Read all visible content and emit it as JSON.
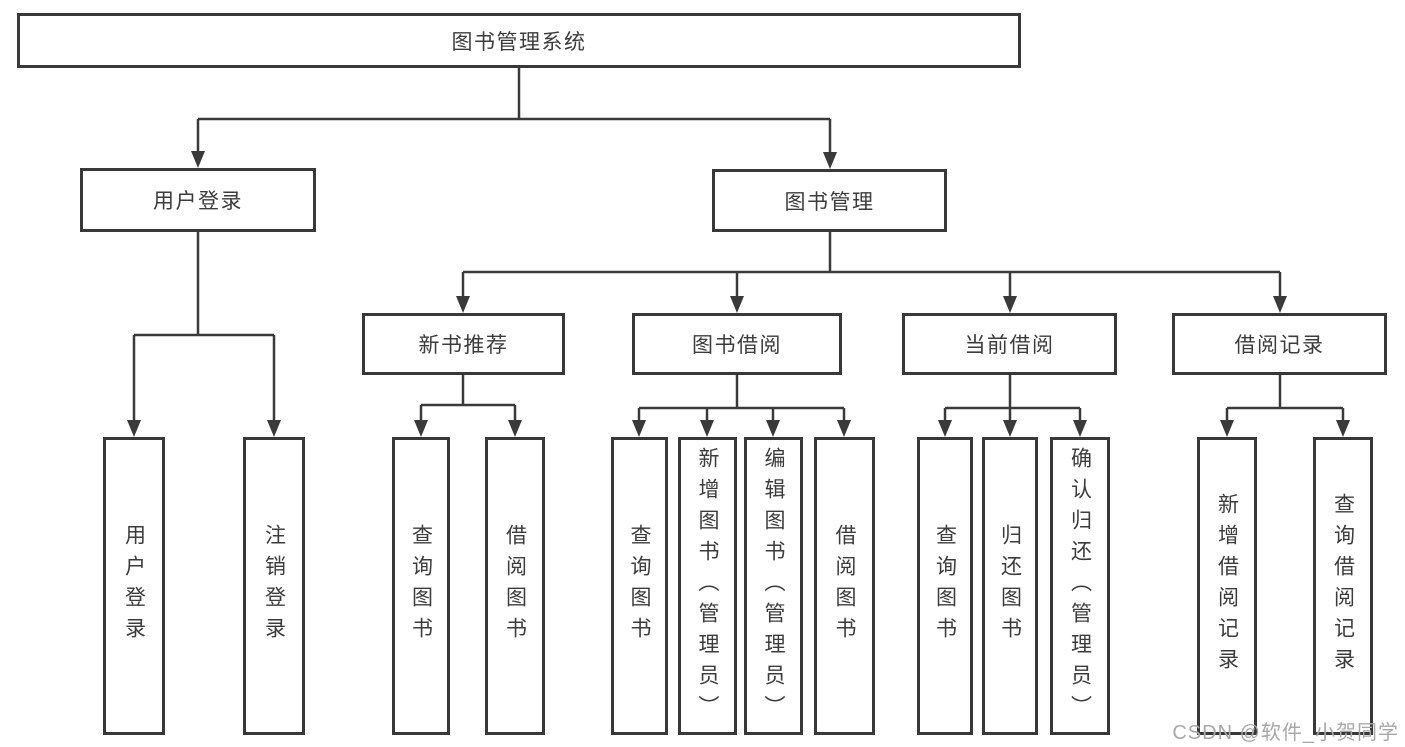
{
  "diagram": {
    "title": "图书管理系统",
    "watermark": "CSDN @软件_小贺同学",
    "colors": {
      "line": "#3a3a3a",
      "box_border": "#383838",
      "text": "#3c3c3c",
      "background": "#ffffff",
      "watermark": "#a8a8a8"
    },
    "nodes": {
      "root": {
        "label": "图书管理系统"
      },
      "user_login": {
        "label": "用户登录"
      },
      "book_mgmt": {
        "label": "图书管理"
      },
      "new_book_rec": {
        "label": "新书推荐"
      },
      "book_borrow": {
        "label": "图书借阅"
      },
      "current_borrow": {
        "label": "当前借阅"
      },
      "borrow_records": {
        "label": "借阅记录"
      },
      "leaf_user_login": {
        "label": "用户登录"
      },
      "leaf_logout": {
        "label": "注销登录"
      },
      "leaf_rec_query": {
        "label": "查询图书"
      },
      "leaf_rec_borrow": {
        "label": "借阅图书"
      },
      "leaf_bb_query": {
        "label": "查询图书"
      },
      "leaf_bb_add": {
        "label": "新增图书（管理员）"
      },
      "leaf_bb_edit": {
        "label": "编辑图书（管理员）"
      },
      "leaf_bb_borrow": {
        "label": "借阅图书"
      },
      "leaf_cb_query": {
        "label": "查询图书"
      },
      "leaf_cb_return": {
        "label": "归还图书"
      },
      "leaf_cb_confirm": {
        "label": "确认归还（管理员）"
      },
      "leaf_br_add": {
        "label": "新增借阅记录"
      },
      "leaf_br_query": {
        "label": "查询借阅记录"
      }
    },
    "edges": [
      {
        "from": "图书管理系统",
        "to": "用户登录"
      },
      {
        "from": "图书管理系统",
        "to": "图书管理"
      },
      {
        "from": "用户登录",
        "to": "用户登录"
      },
      {
        "from": "用户登录",
        "to": "注销登录"
      },
      {
        "from": "图书管理",
        "to": "新书推荐"
      },
      {
        "from": "图书管理",
        "to": "图书借阅"
      },
      {
        "from": "图书管理",
        "to": "当前借阅"
      },
      {
        "from": "图书管理",
        "to": "借阅记录"
      },
      {
        "from": "新书推荐",
        "to": "查询图书"
      },
      {
        "from": "新书推荐",
        "to": "借阅图书"
      },
      {
        "from": "图书借阅",
        "to": "查询图书"
      },
      {
        "from": "图书借阅",
        "to": "新增图书（管理员）"
      },
      {
        "from": "图书借阅",
        "to": "编辑图书（管理员）"
      },
      {
        "from": "图书借阅",
        "to": "借阅图书"
      },
      {
        "from": "当前借阅",
        "to": "查询图书"
      },
      {
        "from": "当前借阅",
        "to": "归还图书"
      },
      {
        "from": "当前借阅",
        "to": "确认归还（管理员）"
      },
      {
        "from": "借阅记录",
        "to": "新增借阅记录"
      },
      {
        "from": "借阅记录",
        "to": "查询借阅记录"
      }
    ]
  }
}
